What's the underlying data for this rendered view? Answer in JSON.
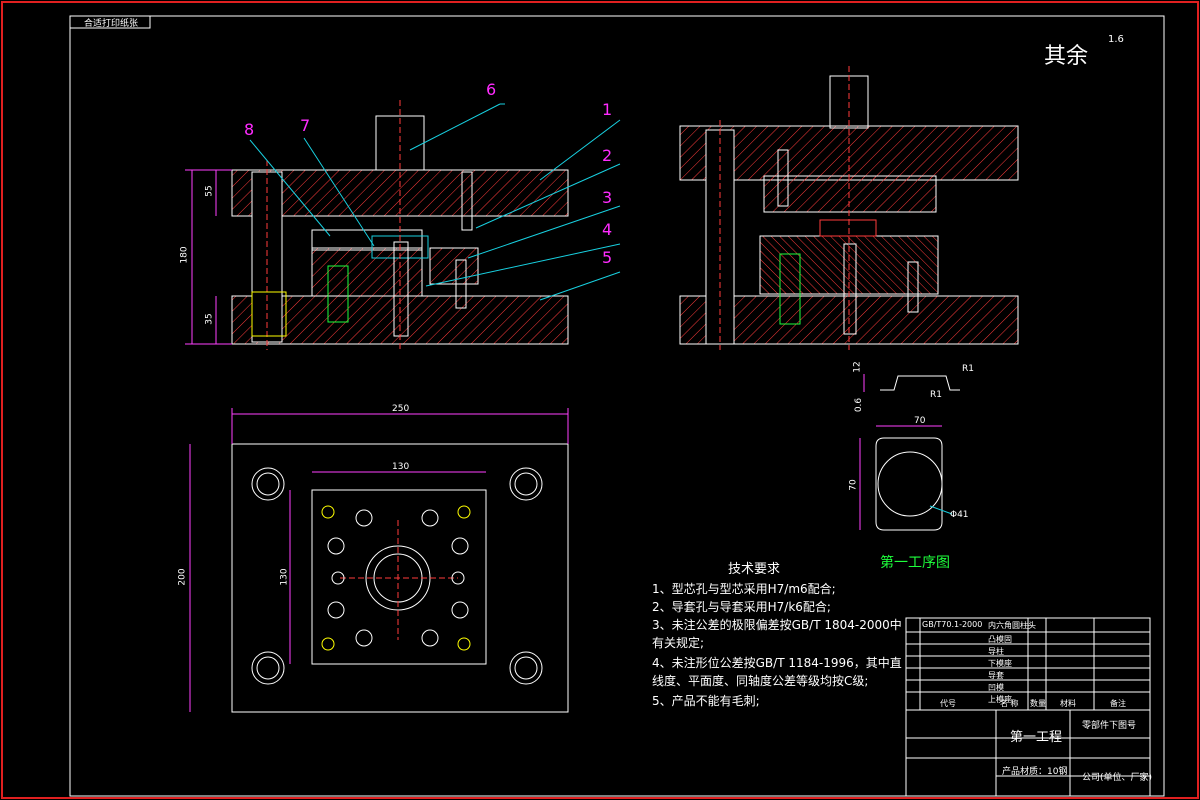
{
  "stamp_text": "合适打印纸张",
  "roughness": {
    "label": "其余",
    "value": "1.6"
  },
  "callouts": [
    "1",
    "2",
    "3",
    "4",
    "5",
    "6",
    "7",
    "8"
  ],
  "dimensions": {
    "front_height": "180",
    "front_top_plate": "55",
    "front_bottom_plate": "35",
    "plan_width": "250",
    "plan_height": "200",
    "plan_inner_width": "130",
    "plan_inner_height": "130",
    "part_r1_top": "R1",
    "part_r1_bottom": "R1",
    "part_h12": "12",
    "part_t": "0.6",
    "part_w70": "70",
    "part_h70": "70",
    "part_hole": "Φ41"
  },
  "process_label": "第一工序图",
  "tech": {
    "title": "技术要求",
    "lines": [
      "1、型芯孔与型芯采用H7/m6配合;",
      "2、导套孔与导套采用H7/k6配合;",
      "3、未注公差的极限偏差按GB/T 1804-2000中",
      "    有关规定;",
      "4、未注形位公差按GB/T 1184-1996，其中直",
      "    线度、平面度、同轴度公差等级均按C级;",
      "5、产品不能有毛刺;"
    ]
  },
  "title_block": {
    "process": "第一工程",
    "material": "产品材质：10钢",
    "drawing_no": "零部件下图号",
    "company": "公司(单位、厂家)",
    "bom_col1": [
      "GB/T70.1-2000",
      "",
      "",
      "",
      "",
      "",
      ""
    ],
    "bom_col2": [
      "内六角圆柱头",
      "凸模固",
      "导柱",
      "下模座",
      "导套",
      "凹模",
      "上模座"
    ],
    "header": [
      "代号",
      "名 称",
      "数量",
      "材料",
      "备注"
    ]
  },
  "colors": {
    "line": "#ffffff",
    "hatch": "#ff3b3b",
    "dim": "#ff40ff",
    "leader": "#18d0e0",
    "part_green": "#1eff3c",
    "yellow": "#ffff00",
    "border": "#e02020"
  }
}
